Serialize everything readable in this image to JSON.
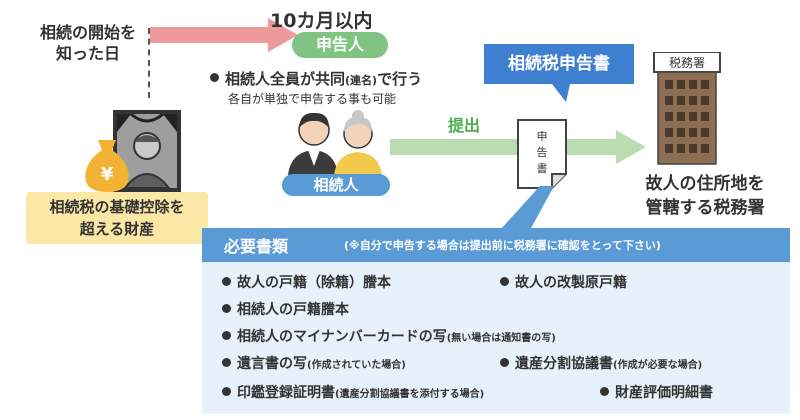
{
  "start": {
    "label_line1": "相続の開始を",
    "label_line2": "知った日"
  },
  "period": "10カ月以内",
  "declarant_label": "申告人",
  "notes": {
    "line1_pre": "相続人全員が共同",
    "line1_small": "(連名)",
    "line1_post": "で行う",
    "line2": "各自が単独で申告する事も可能"
  },
  "property_box": {
    "line1": "相続税の基礎控除を",
    "line2": "超える財産"
  },
  "money_symbol": "¥",
  "heirs_label": "相続人",
  "submit_label": "提出",
  "form_title": "相続税申告書",
  "doc_chars": [
    "申",
    "告",
    "書"
  ],
  "office": {
    "sign": "税務署",
    "label_line1": "故人の住所地を",
    "label_line2": "管轄する税務署"
  },
  "required_docs": {
    "title": "必要書類",
    "note": "(※自分で申告する場合は提出前に税務署に確認をとって下さい)",
    "items": [
      {
        "label": "故人の戸籍（除籍）謄本",
        "note": ""
      },
      {
        "label": "故人の改製原戸籍",
        "note": ""
      },
      {
        "label": "相続人の戸籍謄本",
        "note": ""
      },
      {
        "label": "相続人のマイナンバーカードの写",
        "note": "(無い場合は通知書の写)"
      },
      {
        "label": "遺言書の写",
        "note": "(作成されていた場合)"
      },
      {
        "label": "遺産分割協議書",
        "note": "(作成が必要な場合)"
      },
      {
        "label": "印鑑登録証明書",
        "note": "(遺産分割協議書を添付する場合)"
      },
      {
        "label": "財産評価明細書",
        "note": ""
      }
    ]
  },
  "colors": {
    "pink_arrow": "#ef9a9a",
    "green": "#80c383",
    "blue": "#5a9bd5",
    "form_blue": "#3f7fd0",
    "yellow_box": "#fce8a6",
    "panel_bg": "#e7f1fb",
    "building": "#8d6e52"
  }
}
